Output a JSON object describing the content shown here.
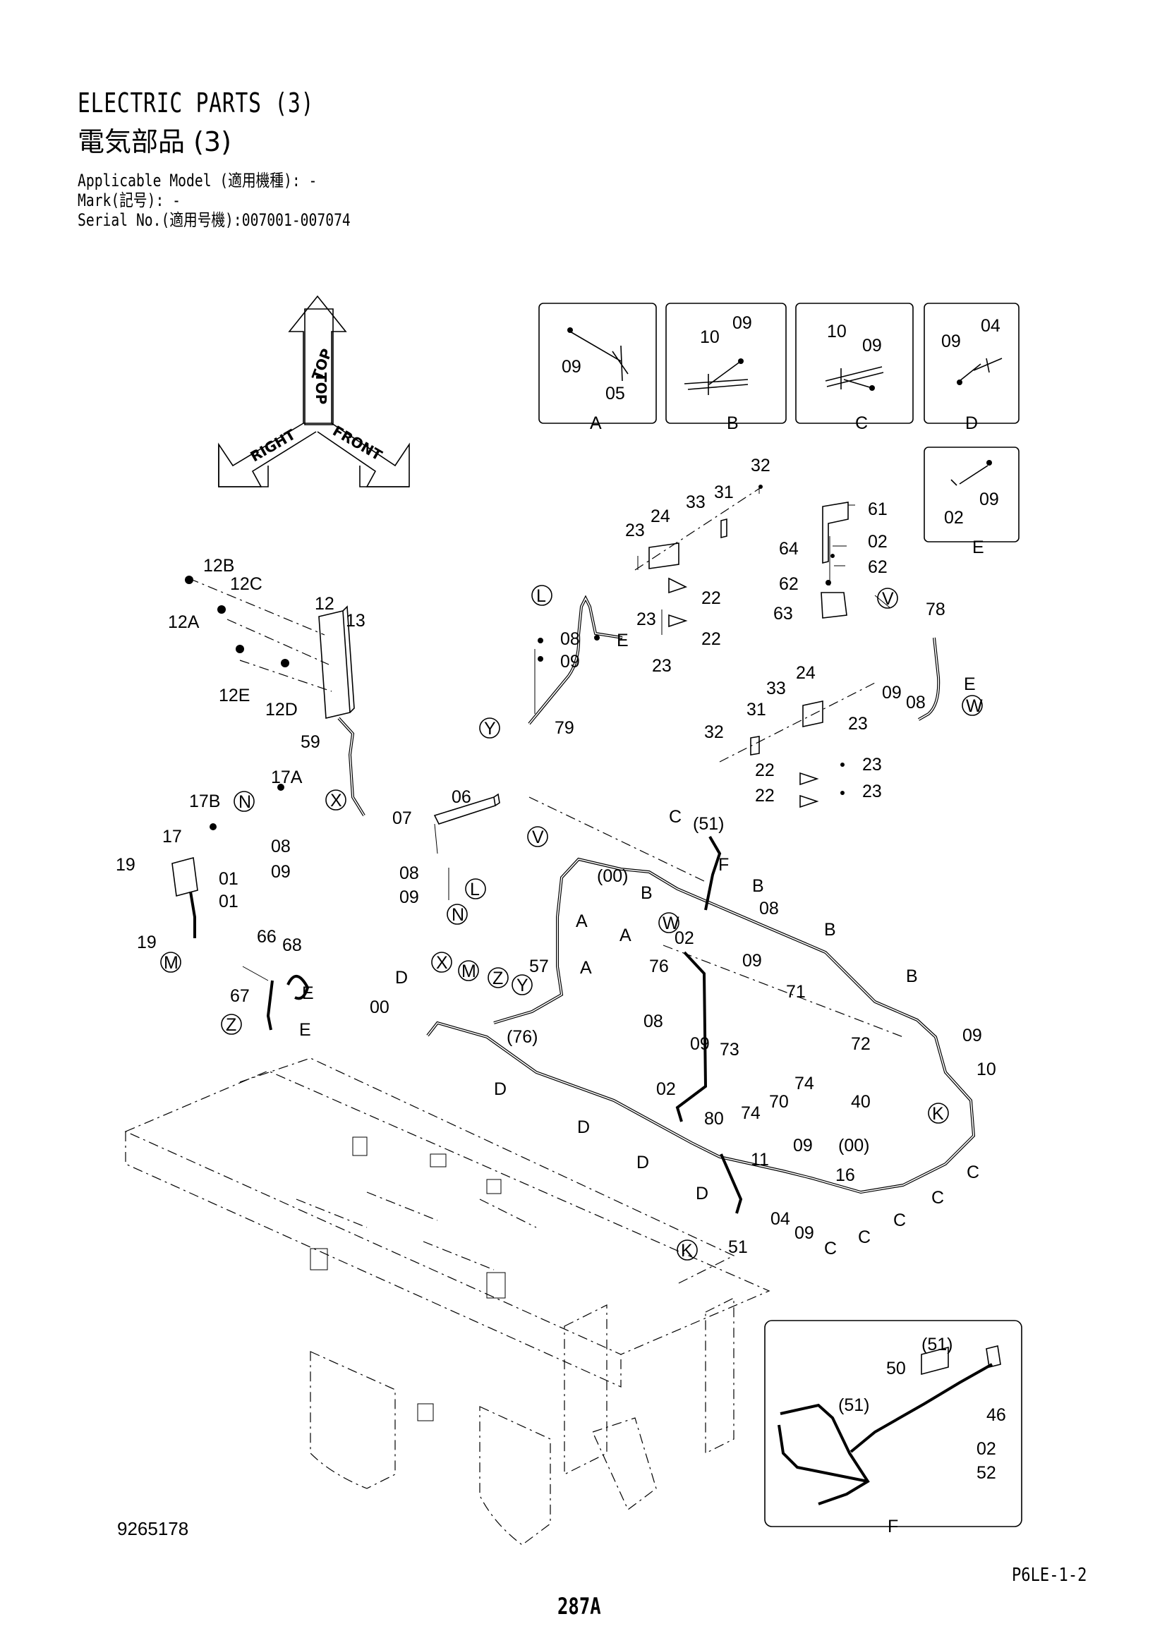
{
  "header": {
    "title_en": "ELECTRIC PARTS (3)",
    "title_jp": "電気部品 (3)",
    "applicable_model": "Applicable Model (適用機種): -",
    "mark": "Mark(記号): -",
    "serial_no": "Serial No.(適用号機):007001-007074"
  },
  "orientation": {
    "top": "TOP",
    "right": "RIGHT",
    "front": "FRONT"
  },
  "detail_views": [
    {
      "id": "A",
      "labels": [
        "09",
        "05"
      ]
    },
    {
      "id": "B",
      "labels": [
        "10",
        "09"
      ]
    },
    {
      "id": "C",
      "labels": [
        "10",
        "09"
      ]
    },
    {
      "id": "D",
      "labels": [
        "09",
        "04"
      ]
    },
    {
      "id": "E",
      "labels": [
        "02",
        "09"
      ]
    },
    {
      "id": "F",
      "labels": [
        "(51)",
        "50",
        "(51)",
        "46",
        "02",
        "52"
      ]
    }
  ],
  "callouts": {
    "c32": "32",
    "c24": "24",
    "c33": "33",
    "c31": "31",
    "c23": "23",
    "c22": "22",
    "c61": "61",
    "c64": "64",
    "c02": "02",
    "c62": "62",
    "c63": "63",
    "c12": "12",
    "c12A": "12A",
    "c12B": "12B",
    "c12C": "12C",
    "c12D": "12D",
    "c12E": "12E",
    "c13": "13",
    "c59": "59",
    "c78": "78",
    "c79": "79",
    "c08": "08",
    "c09": "09",
    "c17": "17",
    "c17A": "17A",
    "c17B": "17B",
    "c19": "19",
    "c01": "01",
    "c06": "06",
    "c07": "07",
    "c66": "66",
    "c67": "67",
    "c68": "68",
    "c00": "00",
    "c00p": "(00)",
    "c51p": "(51)",
    "c57": "57",
    "c76": "76",
    "c76p": "(76)",
    "c71": "71",
    "c72": "72",
    "c73": "73",
    "c74": "74",
    "c70": "70",
    "c40": "40",
    "c80": "80",
    "c10": "10",
    "c11": "11",
    "c04": "04",
    "c16": "16",
    "c51": "51",
    "lA": "A",
    "lB": "B",
    "lC": "C",
    "lD": "D",
    "lE": "E",
    "lF": "F"
  },
  "circled_refs": [
    "L",
    "Y",
    "V",
    "W",
    "X",
    "N",
    "M",
    "Z",
    "K"
  ],
  "footer": {
    "doc_id": "9265178",
    "sheet_code": "P6LE-1-2",
    "page_number": "287A"
  }
}
